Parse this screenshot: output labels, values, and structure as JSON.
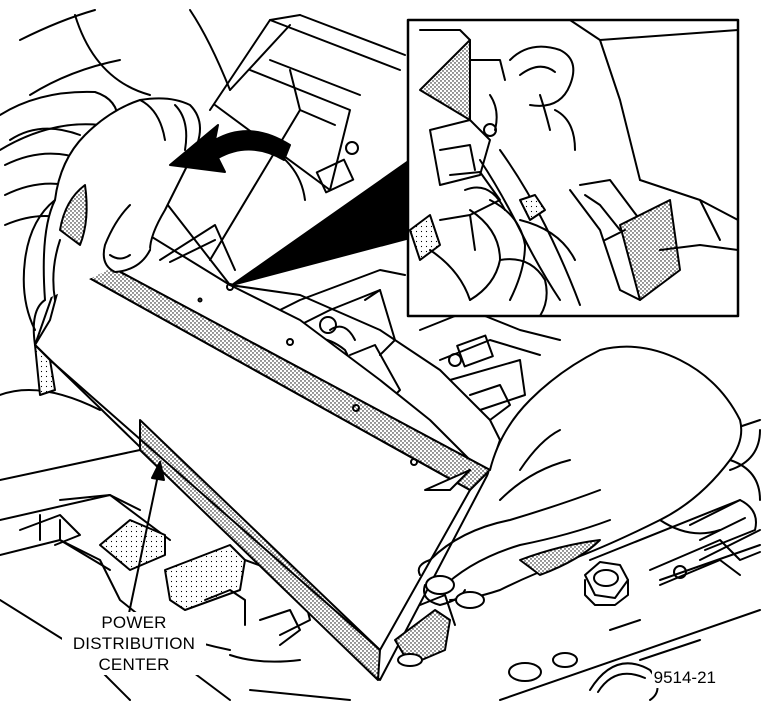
{
  "callout": {
    "line1": "POWER",
    "line2": "DISTRIBUTION",
    "line3": "CENTER"
  },
  "figure_number": "9514-21"
}
